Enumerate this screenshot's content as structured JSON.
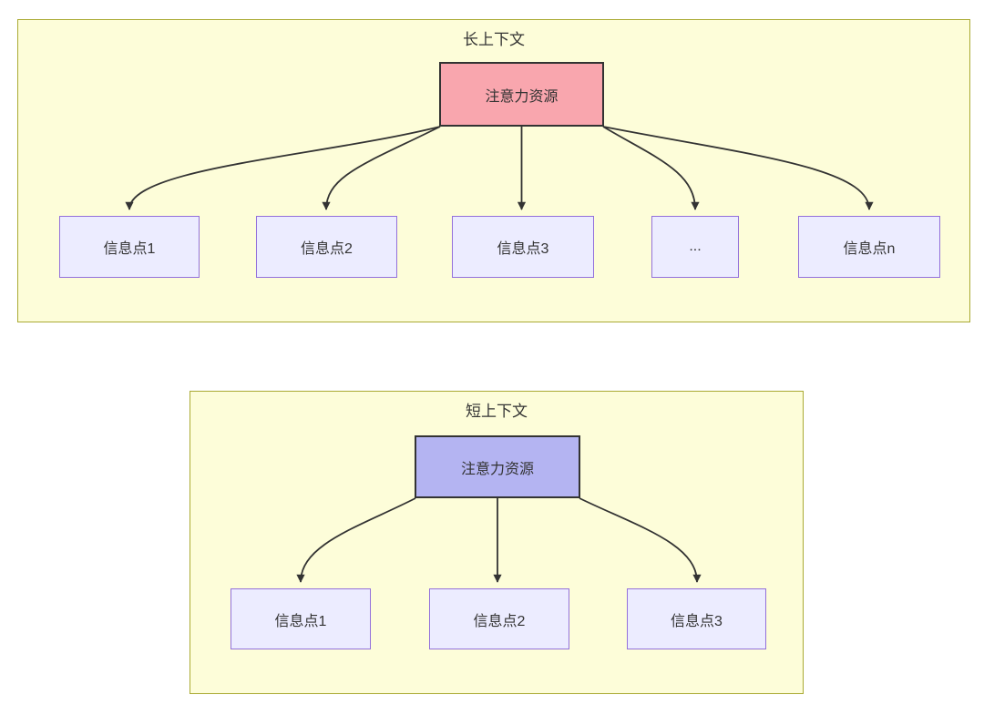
{
  "colors": {
    "container_fill": "#fdfdd9",
    "container_border": "#aaaa33",
    "node_fill": "#ececff",
    "node_border": "#9370db",
    "attention_long_fill": "#f9a6ae",
    "attention_short_fill": "#b4b4f2",
    "attention_border": "#333333",
    "edge": "#333333",
    "text": "#333333"
  },
  "long_context": {
    "title": "长上下文",
    "attention_label": "注意力资源",
    "nodes": [
      {
        "label": "信息点1"
      },
      {
        "label": "信息点2"
      },
      {
        "label": "信息点3"
      },
      {
        "label": "..."
      },
      {
        "label": "信息点n"
      }
    ],
    "edges": [
      {
        "from": "注意力资源",
        "to": "信息点1"
      },
      {
        "from": "注意力资源",
        "to": "信息点2"
      },
      {
        "from": "注意力资源",
        "to": "信息点3"
      },
      {
        "from": "注意力资源",
        "to": "..."
      },
      {
        "from": "注意力资源",
        "to": "信息点n"
      }
    ]
  },
  "short_context": {
    "title": "短上下文",
    "attention_label": "注意力资源",
    "nodes": [
      {
        "label": "信息点1"
      },
      {
        "label": "信息点2"
      },
      {
        "label": "信息点3"
      }
    ],
    "edges": [
      {
        "from": "注意力资源",
        "to": "信息点1"
      },
      {
        "from": "注意力资源",
        "to": "信息点2"
      },
      {
        "from": "注意力资源",
        "to": "信息点3"
      }
    ]
  }
}
